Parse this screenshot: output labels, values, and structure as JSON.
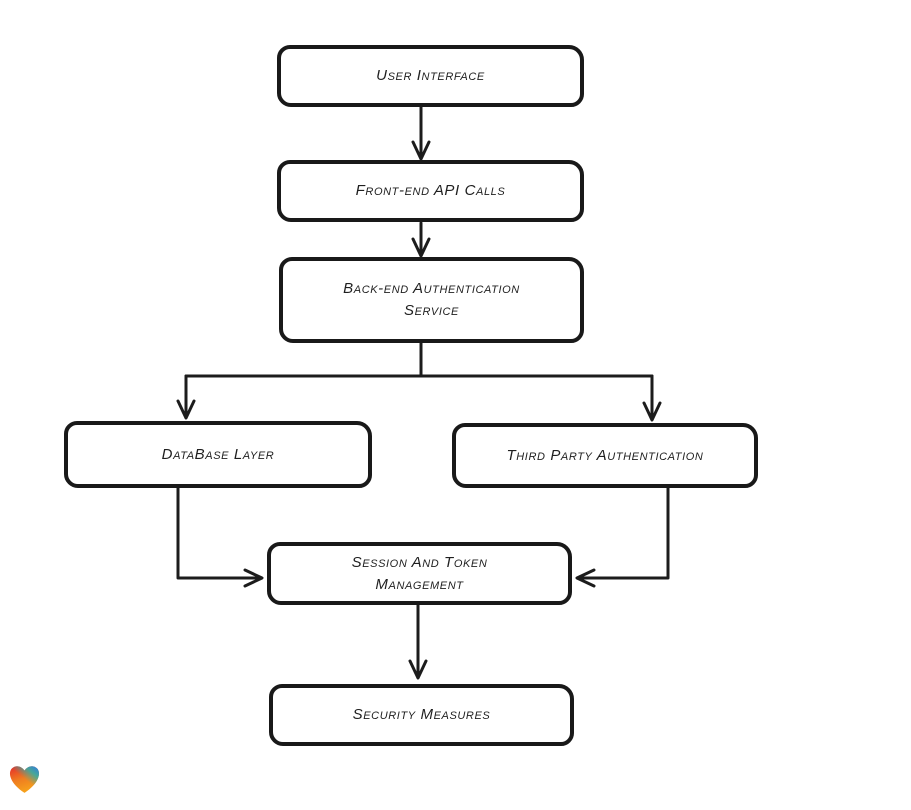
{
  "diagram": {
    "type": "flowchart",
    "nodes": [
      {
        "id": "user-interface",
        "label": "User Interface"
      },
      {
        "id": "front-end-api-calls",
        "label": "Front-end API Calls"
      },
      {
        "id": "back-end-authentication-service",
        "label": "Back-end Authentication Service"
      },
      {
        "id": "database-layer",
        "label": "DataBase Layer"
      },
      {
        "id": "third-party-authentication",
        "label": "Third Party Authentication"
      },
      {
        "id": "session-and-token-management",
        "label": "Session And Token Management"
      },
      {
        "id": "security-measures",
        "label": "Security Measures"
      }
    ],
    "edges": [
      {
        "from": "user-interface",
        "to": "front-end-api-calls"
      },
      {
        "from": "front-end-api-calls",
        "to": "back-end-authentication-service"
      },
      {
        "from": "back-end-authentication-service",
        "to": "database-layer"
      },
      {
        "from": "back-end-authentication-service",
        "to": "third-party-authentication"
      },
      {
        "from": "database-layer",
        "to": "session-and-token-management"
      },
      {
        "from": "third-party-authentication",
        "to": "session-and-token-management"
      },
      {
        "from": "session-and-token-management",
        "to": "security-measures"
      }
    ],
    "style": {
      "stroke_color": "#1c1c1c",
      "node_fill": "#ffffff",
      "background": "#ffffff"
    }
  },
  "logo": {
    "icon": "gradient-heart-icon",
    "colors": {
      "red": "#e62a2b",
      "orange": "#f6a11c",
      "teal": "#2bb0ab",
      "blue": "#2e7ce2"
    }
  }
}
